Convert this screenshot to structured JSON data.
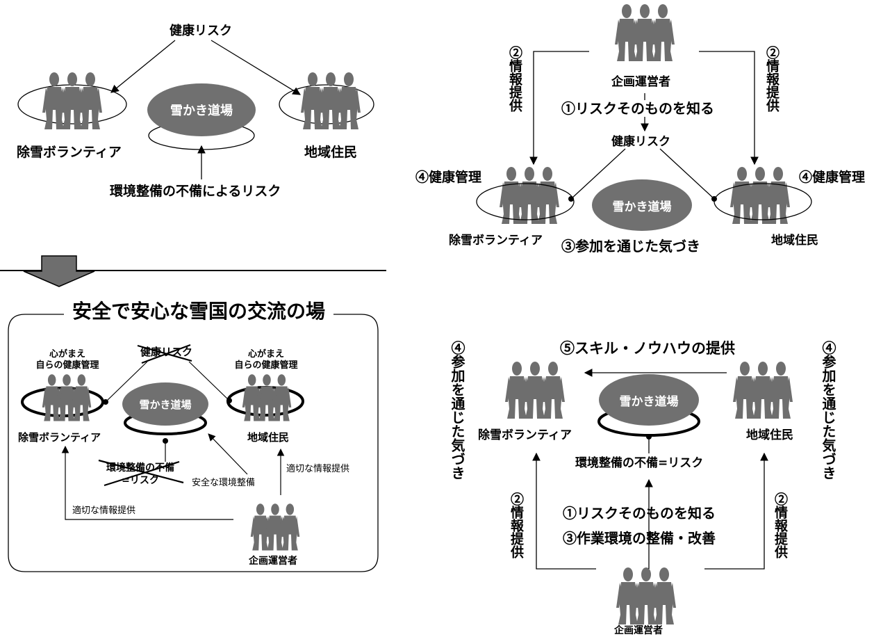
{
  "top_left": {
    "health_risk": "健康リスク",
    "venue": "雪かき道場",
    "volunteers": "除雪ボランティア",
    "residents": "地域住民",
    "env_risk": "環境整備の不備によるリスク"
  },
  "top_right": {
    "organizer": "企画運営者",
    "info_left": "②情報提供",
    "info_right": "②情報提供",
    "know_risk": "①リスクそのものを知る",
    "health_risk": "健康リスク",
    "health_mgmt_left": "④健康管理",
    "health_mgmt_right": "④健康管理",
    "venue": "雪かき道場",
    "volunteers": "除雪ボランティア",
    "residents": "地域住民",
    "awareness": "③参加を通じた気づき"
  },
  "bottom_left": {
    "title": "安全で安心な雪国の交流の場",
    "mindset_left_1": "心がまえ",
    "mindset_left_2": "自らの健康管理",
    "mindset_right_1": "心がまえ",
    "mindset_right_2": "自らの健康管理",
    "health_risk_struck": "健康リスク",
    "venue": "雪かき道場",
    "volunteers": "除雪ボランティア",
    "residents": "地域住民",
    "env_risk_struck_1": "環境整備の不備",
    "env_risk_struck_2": "=リスク",
    "safe_env": "安全な環境整備",
    "proper_info_right": "適切な情報提供",
    "proper_info_left": "適切な情報提供",
    "organizer": "企画運営者"
  },
  "bottom_right": {
    "awareness_left": "④参加を通じた気づき",
    "awareness_right": "④参加を通じた気づき",
    "skill_share": "⑤スキル・ノウハウの提供",
    "venue": "雪かき道場",
    "volunteers": "除雪ボランティア",
    "residents": "地域住民",
    "env_risk": "環境整備の不備=リスク",
    "info_left": "②情報提供",
    "info_right": "②情報提供",
    "know_risk": "①リスクそのものを知る",
    "improve_env": "③作業環境の整備・改善",
    "organizer": "企画運営者"
  },
  "colors": {
    "figure": "#6e6e6e",
    "blob": "#707070",
    "line": "#000000"
  }
}
